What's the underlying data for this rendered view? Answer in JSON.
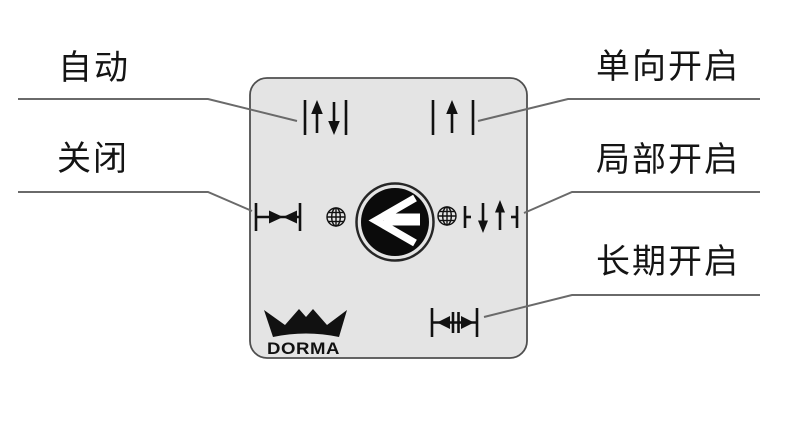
{
  "labels": {
    "auto": "自动",
    "closed": "关闭",
    "one_way_open": "单向开启",
    "partial_open": "局部开启",
    "permanent_open": "长期开启"
  },
  "panel": {
    "brand": "DORMA"
  },
  "icons": {
    "auto": "up-and-down-arrows-between-bars",
    "one_way_open": "up-arrow-between-bars",
    "closed": "arrows-converging-to-center",
    "partial_open": "down-and-up-arrows-between-ticked-bars",
    "permanent_open": "arrows-diverging-from-center-bars",
    "globe": "globe-grid",
    "knob": "rotary-selector-wedge-pointer",
    "logo": "dorma-crown"
  },
  "colors": {
    "background": "#ffffff",
    "panel_fill": "#e4e4e4",
    "panel_border": "#4f4f4f",
    "leader_line": "#6a6a6a",
    "icon_ink": "#111111",
    "knob_face": "#0b0b0b",
    "knob_pointer": "#ffffff"
  }
}
